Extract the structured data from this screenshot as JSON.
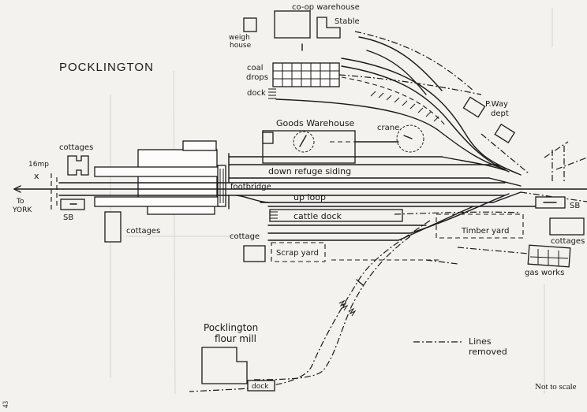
{
  "title": "POCKLINGTON",
  "labels": {
    "co_op_warehouse": "co-op warehouse",
    "stable": "Stable",
    "weigh_house_1": "weigh",
    "weigh_house_2": "house",
    "coal_drops_1": "coal",
    "coal_drops_2": "drops",
    "dock_top": "dock",
    "pway_1": "P.Way",
    "pway_2": "dept",
    "goods_warehouse": "Goods Warehouse",
    "crane": "crane",
    "cottages_left": "cottages",
    "mile_post": "16mp",
    "to_york_1": "To",
    "to_york_2": "YORK",
    "sb_left": "SB",
    "sb_right": "SB",
    "cottages_lower": "cottages",
    "down_refuge_siding": "down refuge siding",
    "footbridge": "footbridge",
    "up_loop": "up loop",
    "cattle_dock": "cattle dock",
    "timber_yard": "Timber yard",
    "cottages_right": "cottages",
    "cottage": "cottage",
    "scrap_yard": "Scrap yard",
    "gas_works": "gas works",
    "flour_mill_1": "Pocklington",
    "flour_mill_2": "flour mill",
    "dock_mill": "dock",
    "legend_1": "Lines",
    "legend_2": "removed",
    "not_to_scale": "Not to scale",
    "page_number": "43",
    "mark_x": "x"
  }
}
